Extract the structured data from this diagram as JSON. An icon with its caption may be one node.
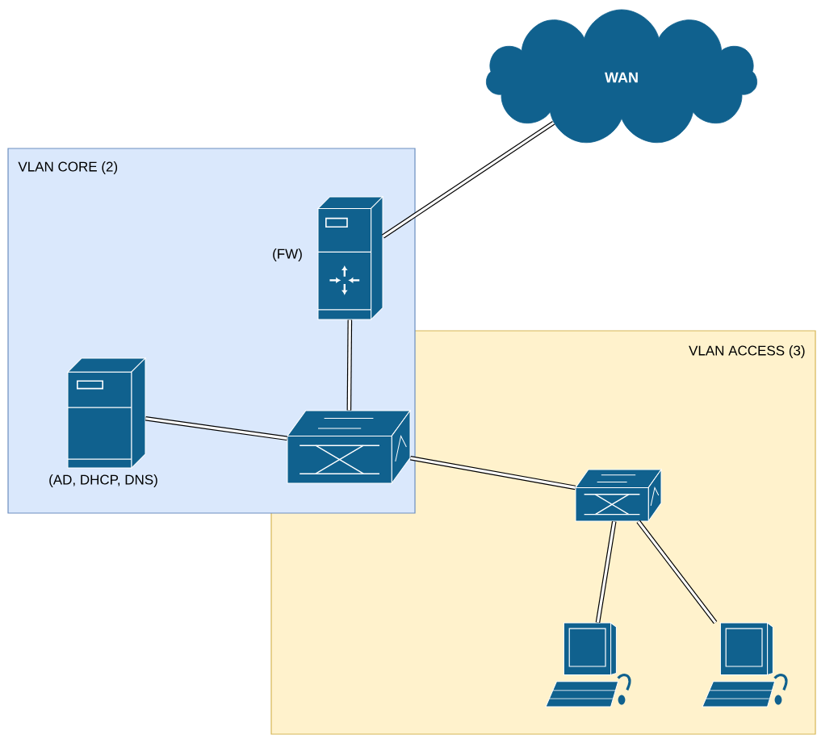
{
  "diagram": {
    "nodes": [
      {
        "text": [
          "VLAN CORE (2)"
        ]
      },
      {
        "text": [
          "VLAN ACCESS (3)"
        ]
      },
      {
        "text": [
          "WAN"
        ]
      },
      {
        "text": [],
        "shape": "server",
        "beside": [
          "(FW)"
        ],
        "in": 0
      },
      {
        "text": [],
        "shape": "server",
        "beside": [
          "(AD, DHCP, DNS)"
        ],
        "in": 0
      },
      {
        "text": [],
        "shape": "switch"
      },
      {
        "text": [],
        "shape": "switch",
        "in": 1
      },
      {
        "text": [],
        "shape": "computer",
        "in": 1
      },
      {
        "text": [],
        "shape": "computer",
        "in": 1
      }
    ],
    "edges": [
      {
        "from": 3,
        "to": 2,
        "arrow": "none"
      },
      {
        "from": 3,
        "to": 5,
        "arrow": "none"
      },
      {
        "from": 4,
        "to": 5,
        "arrow": "none"
      },
      {
        "from": 5,
        "to": 6,
        "arrow": "none"
      },
      {
        "from": 6,
        "to": 7,
        "arrow": "none"
      },
      {
        "from": 6,
        "to": 8,
        "arrow": "none"
      }
    ]
  }
}
